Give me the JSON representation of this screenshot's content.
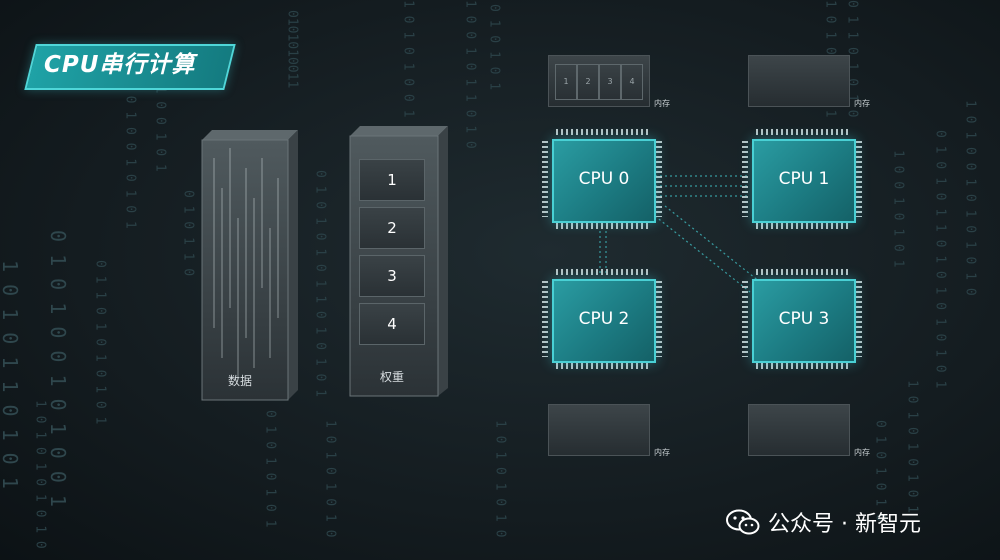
{
  "title": "CPU串行计算",
  "data_block": {
    "label": "数据"
  },
  "weights_block": {
    "label": "权重",
    "items": [
      "1",
      "2",
      "3",
      "4"
    ]
  },
  "memory": {
    "label": "内存",
    "slots": [
      "1",
      "2",
      "3",
      "4"
    ]
  },
  "cpus": [
    "CPU 0",
    "CPU 1",
    "CPU 2",
    "CPU 3"
  ],
  "watermark": {
    "text": "公众号 · 新智元",
    "icon": "wechat-icon"
  },
  "colors": {
    "accent": "#1fa2a6",
    "cpu": "#1c7b82",
    "background": "#141c20"
  }
}
